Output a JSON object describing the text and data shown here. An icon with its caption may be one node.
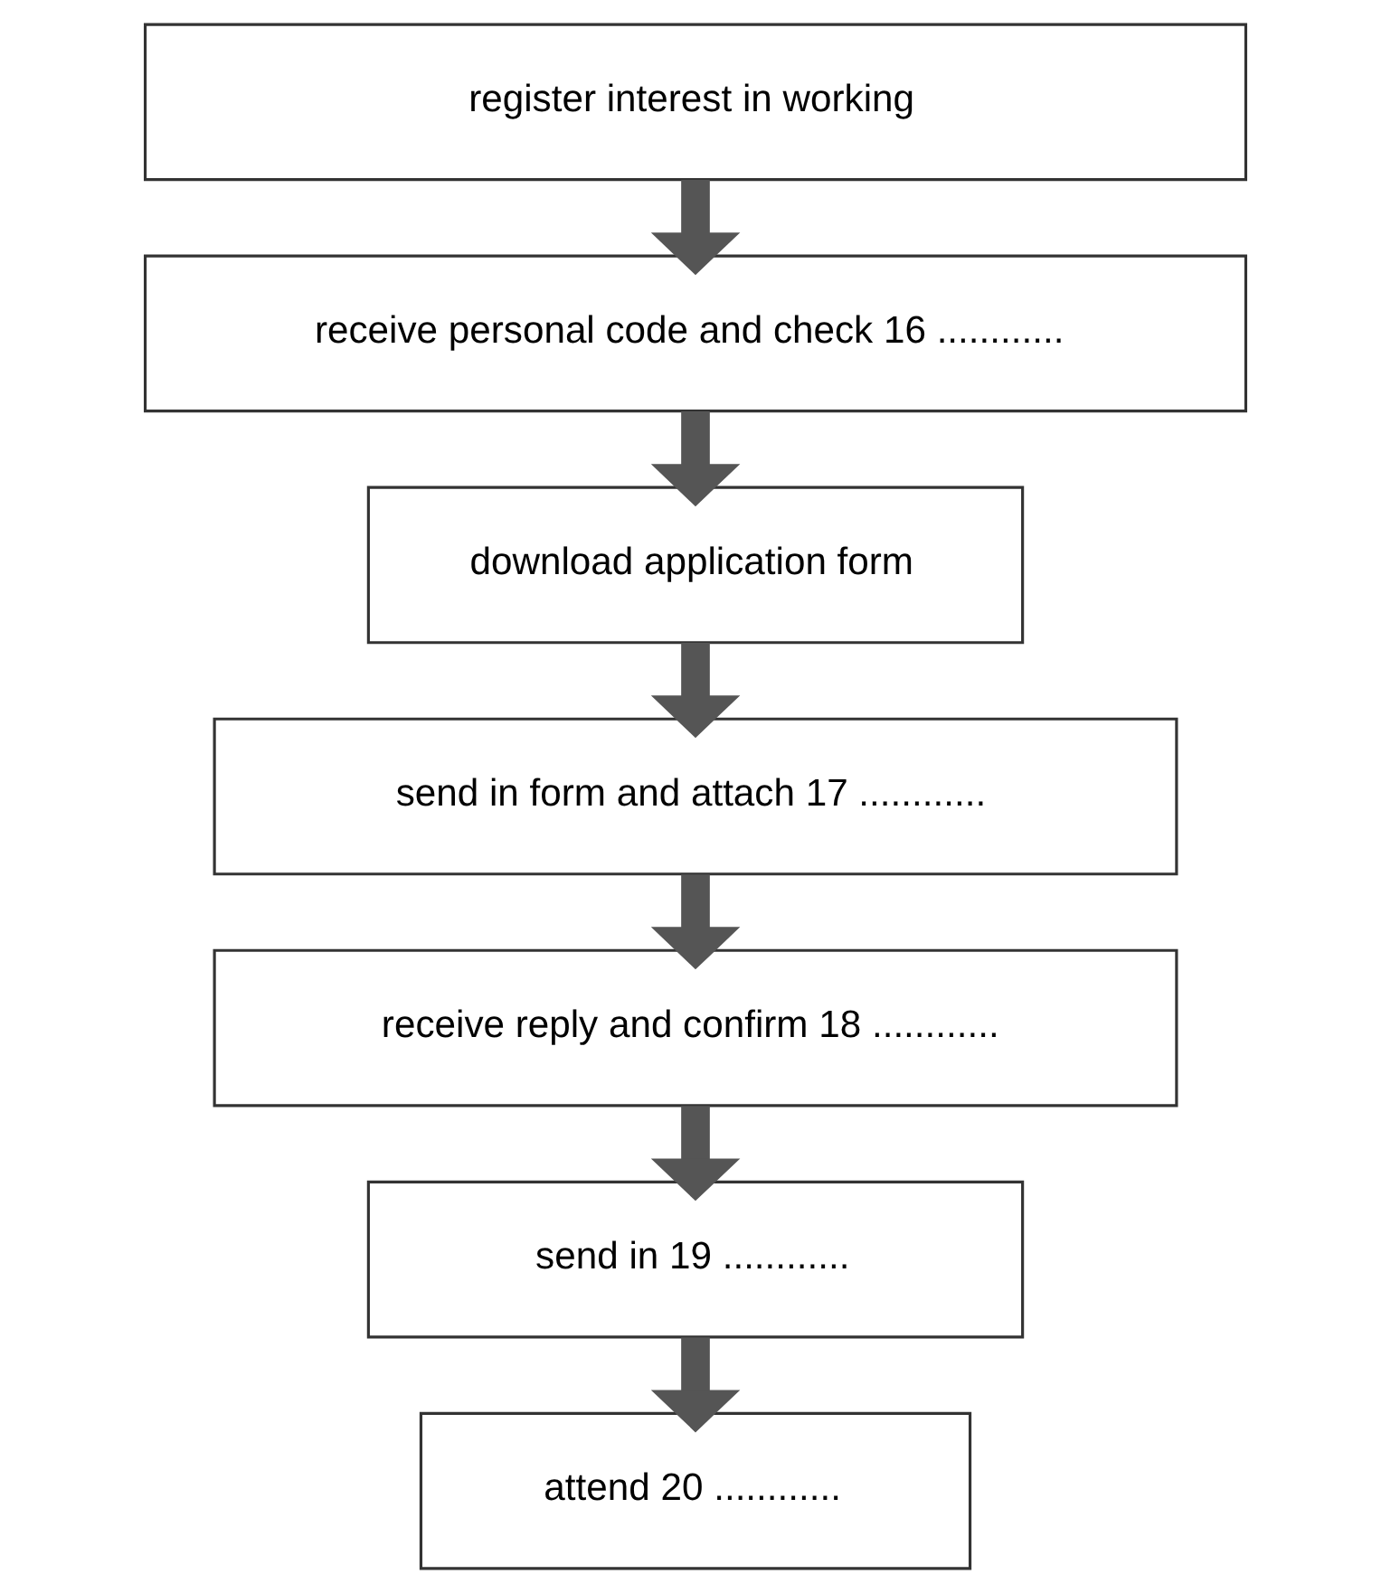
{
  "diagram": {
    "nodes": [
      {
        "text": [
          "register interest in working"
        ]
      },
      {
        "text": [
          "receive personal code and check 16 ............"
        ]
      },
      {
        "text": [
          "download application form"
        ]
      },
      {
        "text": [
          "send in form and attach 17 ............"
        ]
      },
      {
        "text": [
          "receive reply and confirm 18 ............"
        ]
      },
      {
        "text": [
          "send in 19 ............"
        ]
      },
      {
        "text": [
          "attend 20 ............"
        ]
      }
    ],
    "edges": [
      {
        "from": 0,
        "to": 1,
        "arrow": "to"
      },
      {
        "from": 1,
        "to": 2,
        "arrow": "to"
      },
      {
        "from": 2,
        "to": 3,
        "arrow": "to"
      },
      {
        "from": 3,
        "to": 4,
        "arrow": "to"
      },
      {
        "from": 4,
        "to": 5,
        "arrow": "to"
      },
      {
        "from": 5,
        "to": 6,
        "arrow": "to"
      }
    ]
  }
}
